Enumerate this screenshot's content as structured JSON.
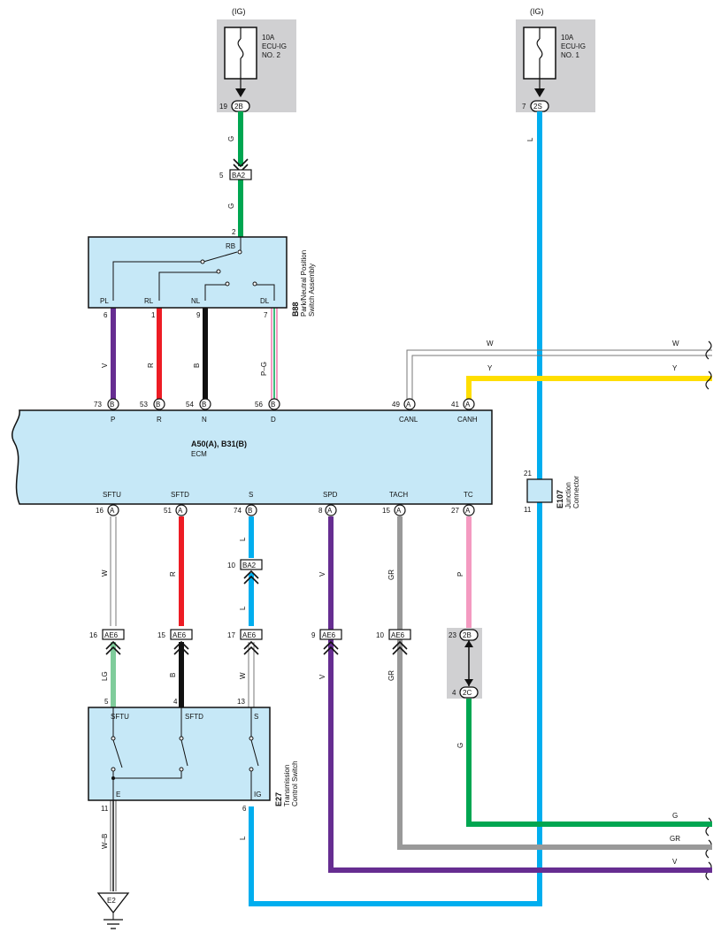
{
  "colors": {
    "green": "#00a651",
    "blue": "#00aeef",
    "red": "#ed1c24",
    "black": "#111111",
    "violet": "#662d91",
    "pink": "#f49ac1",
    "yellow": "#ffde00",
    "gray": "#999999",
    "light_green": "#7fcc9b",
    "component_fill": "#c6e8f7",
    "junction_fill": "#d0d0d2"
  },
  "fuses": [
    {
      "ig_label": "(IG)",
      "rating": "10A",
      "name_line1": "ECU-IG",
      "name_line2": "NO. 2",
      "pin": "19",
      "connector": "2B"
    },
    {
      "ig_label": "(IG)",
      "rating": "10A",
      "name_line1": "ECU-IG",
      "name_line2": "NO. 1",
      "pin": "7",
      "connector": "2S"
    }
  ],
  "inline_connectors": {
    "ba2_top": {
      "pin": "5",
      "label": "BA2"
    },
    "ba2_s": {
      "pin": "10",
      "label": "BA2"
    },
    "ae6": [
      {
        "pin": "16",
        "label": "AE6"
      },
      {
        "pin": "15",
        "label": "AE6"
      },
      {
        "pin": "17",
        "label": "AE6"
      },
      {
        "pin": "9",
        "label": "AE6"
      },
      {
        "pin": "10",
        "label": "AE6"
      }
    ],
    "jc": {
      "pin_top": "23",
      "label_top": "2B",
      "pin_bottom": "4",
      "label_bottom": "2C"
    }
  },
  "pnp_switch": {
    "id": "B88",
    "name_line1": "Park/Neutral Position",
    "name_line2": "Switch Assembly",
    "rb_label": "RB",
    "rb_pin": "2",
    "terminals": [
      {
        "label": "PL",
        "pin": "6"
      },
      {
        "label": "RL",
        "pin": "1"
      },
      {
        "label": "NL",
        "pin": "9"
      },
      {
        "label": "DL",
        "pin": "7"
      }
    ]
  },
  "ecm": {
    "id": "A50(A), B31(B)",
    "name": "ECM",
    "top_pins": [
      {
        "pin": "73",
        "conn": "B",
        "label": "P"
      },
      {
        "pin": "53",
        "conn": "B",
        "label": "R"
      },
      {
        "pin": "54",
        "conn": "B",
        "label": "N"
      },
      {
        "pin": "56",
        "conn": "B",
        "label": "D"
      },
      {
        "pin": "49",
        "conn": "A",
        "label": "CANL"
      },
      {
        "pin": "41",
        "conn": "A",
        "label": "CANH"
      }
    ],
    "bottom_pins": [
      {
        "pin": "16",
        "conn": "A",
        "label": "SFTU"
      },
      {
        "pin": "51",
        "conn": "A",
        "label": "SFTD"
      },
      {
        "pin": "74",
        "conn": "B",
        "label": "S"
      },
      {
        "pin": "8",
        "conn": "A",
        "label": "SPD"
      },
      {
        "pin": "15",
        "conn": "A",
        "label": "TACH"
      },
      {
        "pin": "27",
        "conn": "A",
        "label": "TC"
      }
    ]
  },
  "junction_connector": {
    "id": "E107",
    "name_line1": "Junction",
    "name_line2": "Connector",
    "pin_top": "21",
    "pin_bottom": "11"
  },
  "tcs": {
    "id": "E27",
    "name_line1": "Transmission",
    "name_line2": "Control Switch",
    "terminals": [
      {
        "label": "SFTU",
        "pin": "5"
      },
      {
        "label": "SFTD",
        "pin": "4"
      },
      {
        "label": "S",
        "pin": "13"
      }
    ],
    "e_label": "E",
    "e_pin": "11",
    "ig_label": "IG",
    "ig_pin": "6"
  },
  "ground": {
    "label": "E2"
  },
  "wire_labels": {
    "fuse2_g_top": "G",
    "fuse2_g_bottom": "G",
    "fuse1_l": "L",
    "pl_v": "V",
    "rl_r": "R",
    "nl_b": "B",
    "dl_pg": "P–G",
    "can_w_left": "W",
    "can_w_right": "W",
    "can_y_left": "Y",
    "can_y_right": "Y",
    "sftu_w": "W",
    "sftd_r": "R",
    "s_l_top": "L",
    "s_l_mid": "L",
    "spd_v": "V",
    "tach_gr": "GR",
    "tc_p": "P",
    "sftu_lg": "LG",
    "sftd_b": "B",
    "s_w": "W",
    "spd_v_lower": "V",
    "tach_gr_lower": "GR",
    "tc_g": "G",
    "e_wb": "W–B",
    "ig_l": "L",
    "out_g": "G",
    "out_gr": "GR",
    "out_v": "V"
  }
}
